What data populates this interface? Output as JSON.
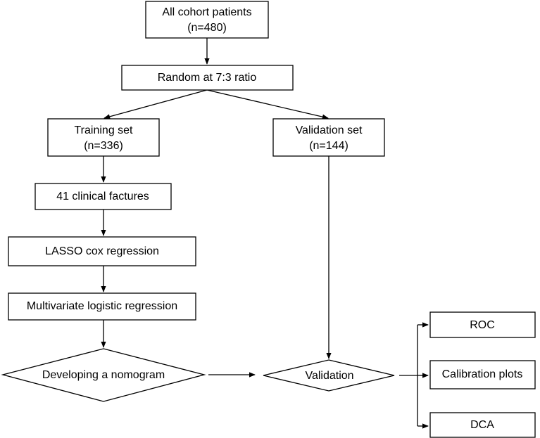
{
  "nodes": {
    "all_cohort": {
      "line1": "All cohort patients",
      "line2": "(n=480)"
    },
    "random": {
      "label": "Random at 7:3 ratio"
    },
    "training": {
      "line1": "Training set",
      "line2": "(n=336)"
    },
    "validation_set": {
      "line1": "Validation set",
      "line2": "(n=144)"
    },
    "clinical": {
      "label": "41 clinical factures"
    },
    "lasso": {
      "label": "LASSO cox regression"
    },
    "multivariate": {
      "label": "Multivariate logistic regression"
    },
    "nomogram": {
      "label": "Developing a nomogram"
    },
    "validation": {
      "label": "Validation"
    },
    "roc": {
      "label": "ROC"
    },
    "calibration": {
      "label": "Calibration plots"
    },
    "dca": {
      "label": "DCA"
    }
  }
}
